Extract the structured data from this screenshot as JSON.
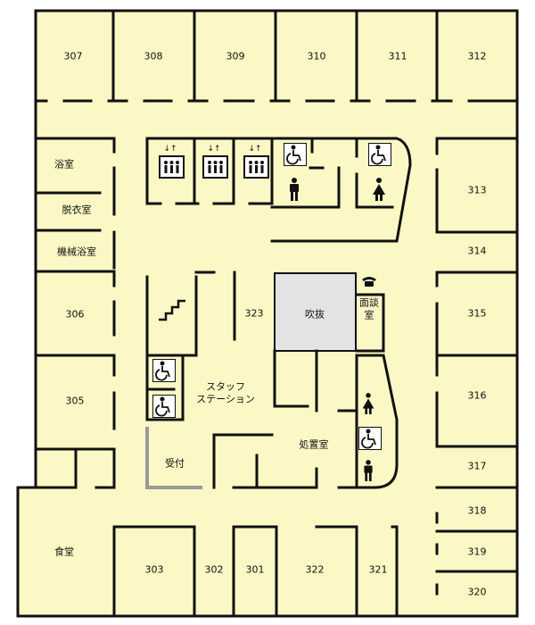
{
  "rooms": {
    "r307": "307",
    "r308": "308",
    "r309": "309",
    "r310": "310",
    "r311": "311",
    "r312": "312",
    "bath": "浴室",
    "dressing": "脱衣室",
    "machine_bath": "機械浴室",
    "r306": "306",
    "r305": "305",
    "r313": "313",
    "r314": "314",
    "r315": "315",
    "r316": "316",
    "r317": "317",
    "r318": "318",
    "r319": "319",
    "r320": "320",
    "r323": "323",
    "atrium": "吹抜",
    "interview_1": "面談",
    "interview_2": "室",
    "staff_1": "スタッフ",
    "staff_2": "ステーション",
    "treatment": "処置室",
    "reception": "受付",
    "dining": "食堂",
    "r303": "303",
    "r302": "302",
    "r301": "301",
    "r322": "322",
    "r321": "321"
  },
  "icons": {
    "elevator_arrows": "↓↑",
    "wheelchair": "accessible-toilet-icon",
    "male": "male-toilet-icon",
    "female": "female-toilet-icon",
    "stairs": "stairs-icon",
    "phone": "telephone-icon"
  },
  "colors": {
    "floor": "#fbf8c6",
    "wall": "#111111",
    "atrium": "#e3e3e3"
  }
}
